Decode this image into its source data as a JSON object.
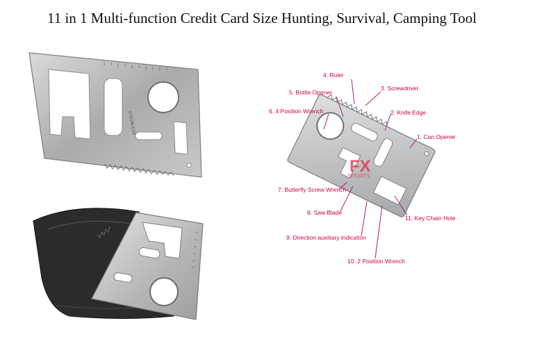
{
  "title": "11 in 1 Multi-function Credit Card Size Hunting, Survival, Camping Tool",
  "watermark": {
    "big": "FX",
    "small": "SPORTS"
  },
  "card_engraving": "STAINLESS",
  "labels": {
    "ruler": "4. Ruler",
    "bottle_opener": "5. Bottle Opener",
    "screwdriver": "3. Screwdriver",
    "position_wrench_4": "6. 4 Position Wrench",
    "knife_edge": "2. Knife Edge",
    "can_opener": "1. Can Opener",
    "butterfly_wrench": "7. Butterfly Screw Wrench",
    "saw_blade": "8. Saw Blade",
    "key_chain_hole": "11. Key Chain Hole",
    "direction_indication": "9. Direction auxiliary indication",
    "position_wrench_2": "10. 2 Position Wrench"
  },
  "colors": {
    "label": "#d0003a",
    "line": "#b01a7a",
    "steel": "#b9bbbd",
    "pouch": "#2a2a2a"
  }
}
